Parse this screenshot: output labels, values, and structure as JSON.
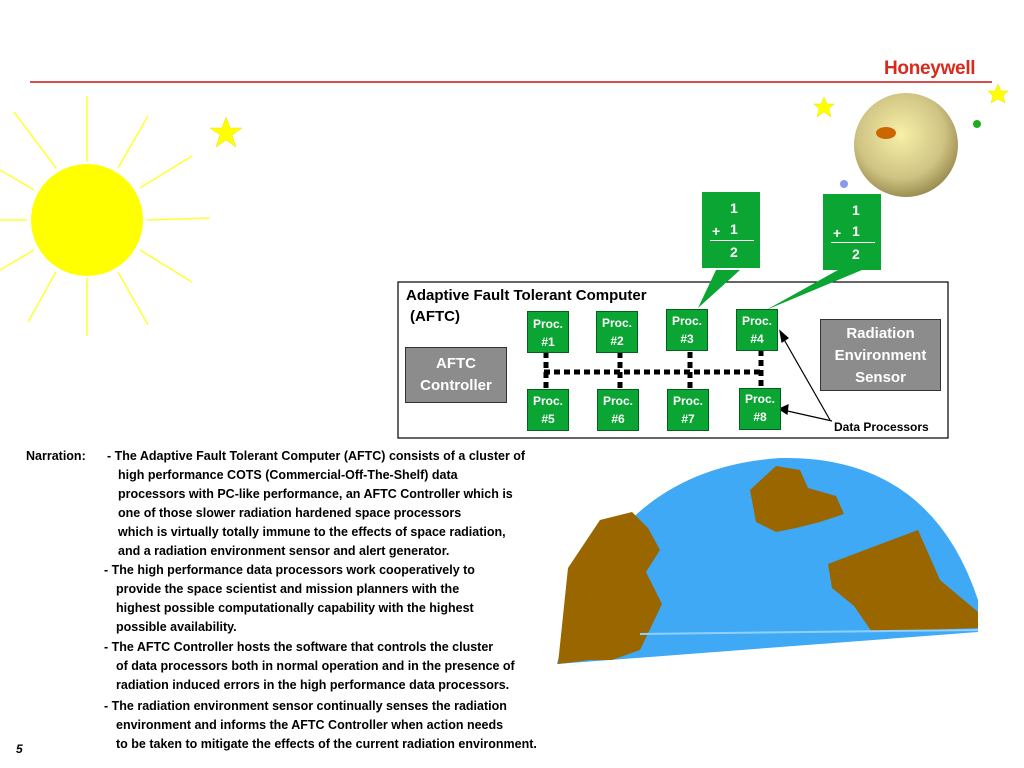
{
  "logo_text": "Honeywell",
  "diagram": {
    "title_line1": "Adaptive Fault Tolerant Computer",
    "title_line2": "(AFTC)",
    "controller": [
      "AFTC",
      "Controller"
    ],
    "sensor": [
      "Radiation",
      "Environment",
      "Sensor"
    ],
    "processors_top": [
      {
        "l1": "Proc.",
        "l2": "#1"
      },
      {
        "l1": "Proc.",
        "l2": "#2"
      },
      {
        "l1": "Proc.",
        "l2": "#3"
      },
      {
        "l1": "Proc.",
        "l2": "#4"
      }
    ],
    "processors_bottom": [
      {
        "l1": "Proc.",
        "l2": "#5"
      },
      {
        "l1": "Proc.",
        "l2": "#6"
      },
      {
        "l1": "Proc.",
        "l2": "#7"
      },
      {
        "l1": "Proc.",
        "l2": "#8"
      }
    ],
    "data_processors_label": "Data Processors",
    "sum_box": {
      "a": "1",
      "plus": "+",
      "b": "1",
      "result": "2"
    }
  },
  "narration": {
    "label": "Narration:",
    "lines": [
      "- The Adaptive Fault Tolerant Computer (AFTC) consists of a cluster of",
      "high performance COTS (Commercial-Off-The-Shelf) data",
      "processors with PC-like performance, an AFTC Controller which is",
      "one of those slower radiation hardened space processors",
      "which is virtually totally immune to the effects of space radiation,",
      "and a radiation environment sensor and alert generator.",
      "- The high performance data processors work cooperatively to",
      "provide the space scientist and mission planners with the",
      "highest possible computationally capability with the highest",
      "possible availability.",
      "- The AFTC Controller hosts the software that controls the cluster",
      "of data processors both in normal operation and in the presence of",
      "radiation induced errors in the high performance data processors.",
      "- The radiation environment sensor continually senses the radiation",
      "environment and informs the AFTC Controller when action needs",
      "to be taken to mitigate the effects of the current radiation environment."
    ]
  },
  "page_number": "5",
  "colors": {
    "brand_red": "#d92a1c",
    "processor_green": "#0aa532",
    "sun_yellow": "#ffff00",
    "ocean_blue": "#3fa9f5",
    "land_brown": "#996600",
    "box_grey": "#8c8c8c"
  }
}
